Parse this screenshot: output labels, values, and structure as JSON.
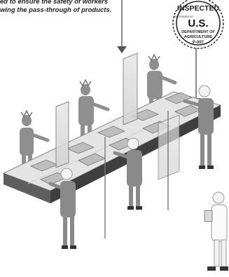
{
  "caption": {
    "line1": "ed to ensure the safety of workers",
    "line2": "wing the pass-through of products."
  },
  "seal": {
    "top_text": "INSPECTED",
    "arc_left_text": "AND PASSED BY",
    "center_text": "U.S.",
    "line1": "DEPARTMENT OF",
    "line2": "AGRICULTURE",
    "establishment": "P-007"
  }
}
